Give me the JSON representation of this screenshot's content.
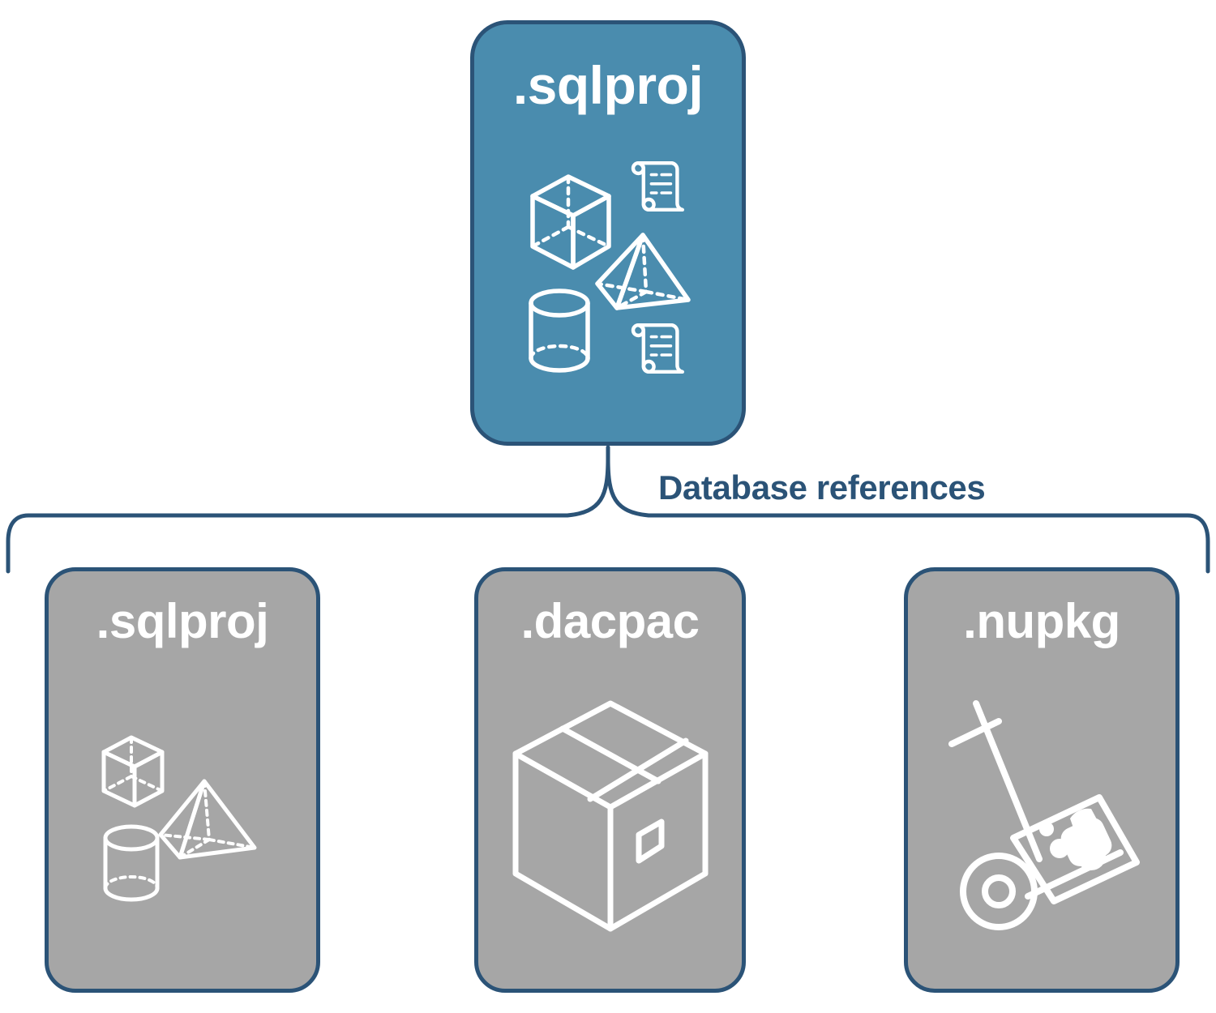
{
  "diagram": {
    "title_node": {
      "label": ".sqlproj",
      "fill": "#4A8CAE",
      "stroke": "#2B5377",
      "text_color": "#FFFFFF",
      "icons": [
        "cube-icon",
        "pyramid-icon",
        "cylinder-icon",
        "scroll-icon",
        "scroll-icon"
      ]
    },
    "connector": {
      "label": "Database references",
      "color": "#2B5377",
      "style": "curly-brace"
    },
    "reference_nodes": [
      {
        "label": ".sqlproj",
        "fill": "#A6A6A6",
        "stroke": "#2B5377",
        "text_color": "#FFFFFF",
        "icons": [
          "cube-icon",
          "pyramid-icon",
          "cylinder-icon"
        ]
      },
      {
        "label": ".dacpac",
        "fill": "#A6A6A6",
        "stroke": "#2B5377",
        "text_color": "#FFFFFF",
        "icons": [
          "package-box-icon"
        ]
      },
      {
        "label": ".nupkg",
        "fill": "#A6A6A6",
        "stroke": "#2B5377",
        "text_color": "#FFFFFF",
        "icons": [
          "hand-truck-icon",
          "nuget-package-icon"
        ]
      }
    ]
  }
}
